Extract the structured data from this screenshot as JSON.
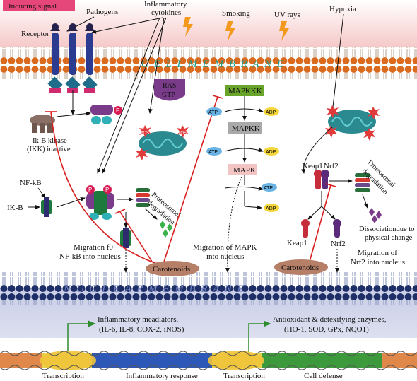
{
  "labels": {
    "inducing_signal": "Inducing signal",
    "pathogens": "Pathogens",
    "inflammatory_cytokines_1": "Inflammatory",
    "inflammatory_cytokines_2": "cytokines",
    "smoking": "Smoking",
    "uv_rays": "UV rays",
    "hypoxia": "Hypoxia",
    "receptor": "Receptor",
    "cell_membrane": "C E L L   M E M B R A N E",
    "ras_1": "RAS",
    "ras_2": "GTP",
    "ikb_kinase_1": "Ik-B kinase",
    "ikb_kinase_2": "(IKK) inactive",
    "nfkb": "NF-kB",
    "ikb": "IK-B",
    "p": "P",
    "ros": "ROS",
    "mapkkk": "MAPKKK",
    "mapkk": "MAPKK",
    "mapk": "MAPK",
    "atp": "ATP",
    "adp": "ADP",
    "proteosomal_left_1": "Proteosomal",
    "proteosomal_left_2": "degradation",
    "proteosomal_right_1": "Proteosomal",
    "proteosomal_right_2": "degradation",
    "keap1": "Keap1",
    "nrf2": "Nrf2",
    "keap1_lower": "Keap1",
    "nrf2_lower": "Nrf2",
    "dissociation_1": "Dissociationdue to",
    "dissociation_2": "physical change",
    "migration_nfkb_1": "Migration f0",
    "migration_nfkb_2": "NF-kB into nucleus",
    "migration_mapk_1": "Migration of MAPK",
    "migration_mapk_2": "into nucleus",
    "migration_nrf2_1": "Migration of",
    "migration_nrf2_2": "Nrf2 into nucleus",
    "carotenoids_left": "Carotenoids",
    "carotenoids_right": "Carotenoids",
    "nuclear_membrane": "N U C L E A R   M E M B R A N E",
    "inflammatory_mediators_1": "Inflammatory meadiators,",
    "inflammatory_mediators_2": "(IL-6, IL-8, COX-2, iNOS)",
    "antioxidant_1": "Antioxidant & detexifying enzymes,",
    "antioxidant_2": "(HO-1, SOD, GPx, NQO1)",
    "transcription_left": "Transcription",
    "inflammatory_response": "Inflammatory response",
    "transcription_right": "Transcription",
    "cell_defense": "Cell defense"
  },
  "colors": {
    "membrane_head": "#d96a1e",
    "nuclear_head": "#1d2f66",
    "inhibition": "#d8201f",
    "mapkkk_box": "#6aa52b",
    "mapkk_box": "#a9a9a9",
    "mapk_box": "#f2c4c4",
    "carotenoids": "#b67f68",
    "phospho": "#d81b52"
  }
}
